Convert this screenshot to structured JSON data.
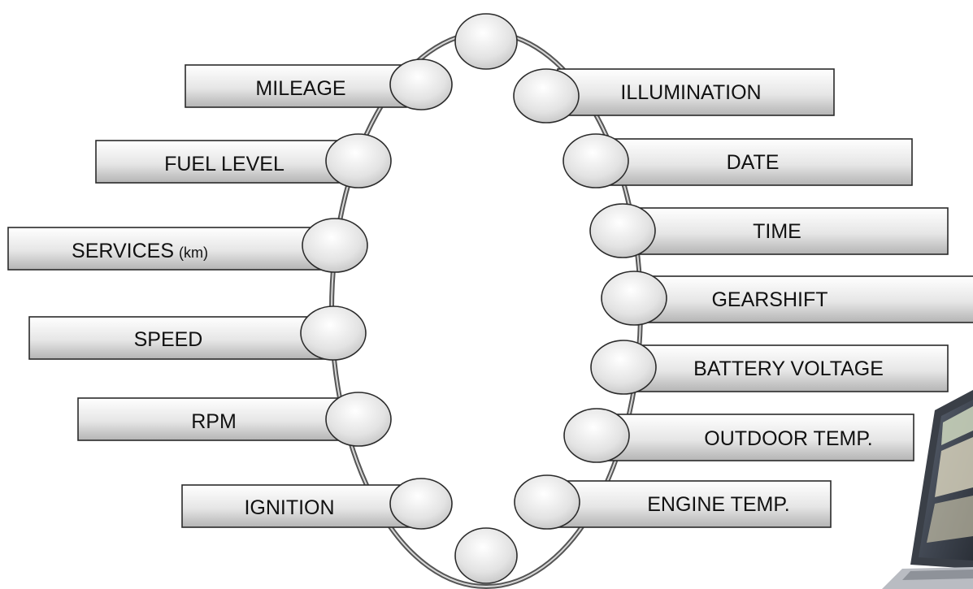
{
  "nodes": {
    "top": {},
    "bottom": {}
  },
  "left_items": [
    {
      "label": "MILEAGE"
    },
    {
      "label": "FUEL LEVEL"
    },
    {
      "label": "SERVICES",
      "unit": "(km)"
    },
    {
      "label": "SPEED"
    },
    {
      "label": "RPM"
    },
    {
      "label": "IGNITION"
    }
  ],
  "right_items": [
    {
      "label": "ILLUMINATION"
    },
    {
      "label": "DATE"
    },
    {
      "label": "TIME"
    },
    {
      "label": "GEARSHIFT"
    },
    {
      "label": "BATTERY VOLTAGE"
    },
    {
      "label": "OUTDOOR TEMP."
    },
    {
      "label": "ENGINE TEMP."
    }
  ],
  "colors": {
    "box_light": "#ffffff",
    "box_dark": "#b4b4b4",
    "node_light": "#ffffff",
    "node_dark": "#bdbdbd",
    "ring": "#555555"
  }
}
